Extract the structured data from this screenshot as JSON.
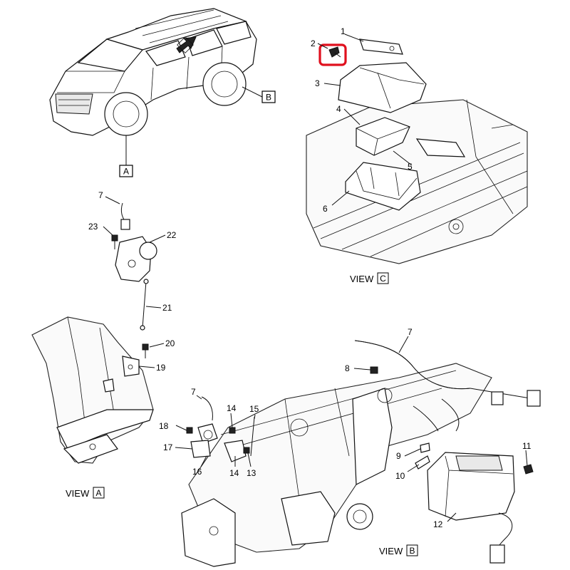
{
  "callouts": {
    "c1": "1",
    "c2": "2",
    "c3": "3",
    "c4": "4",
    "c5": "5",
    "c6": "6",
    "c7a": "7",
    "c23": "23",
    "c22": "22",
    "c21": "21",
    "c20": "20",
    "c19": "19",
    "c7b": "7",
    "c8": "8",
    "c9": "9",
    "c10": "10",
    "c11": "11",
    "c12": "12",
    "c7c": "7",
    "c24": "14",
    "c15": "15",
    "c18": "18",
    "c17": "17",
    "c16": "16",
    "c14": "14",
    "c13": "13"
  },
  "detail_boxes": {
    "a": "A",
    "b": "B"
  },
  "views": {
    "c_text": "VIEW",
    "c_letter": "C",
    "a_text": "VIEW",
    "a_letter": "A",
    "b_text": "VIEW",
    "b_letter": "B"
  },
  "highlight_color": "#e0101e"
}
